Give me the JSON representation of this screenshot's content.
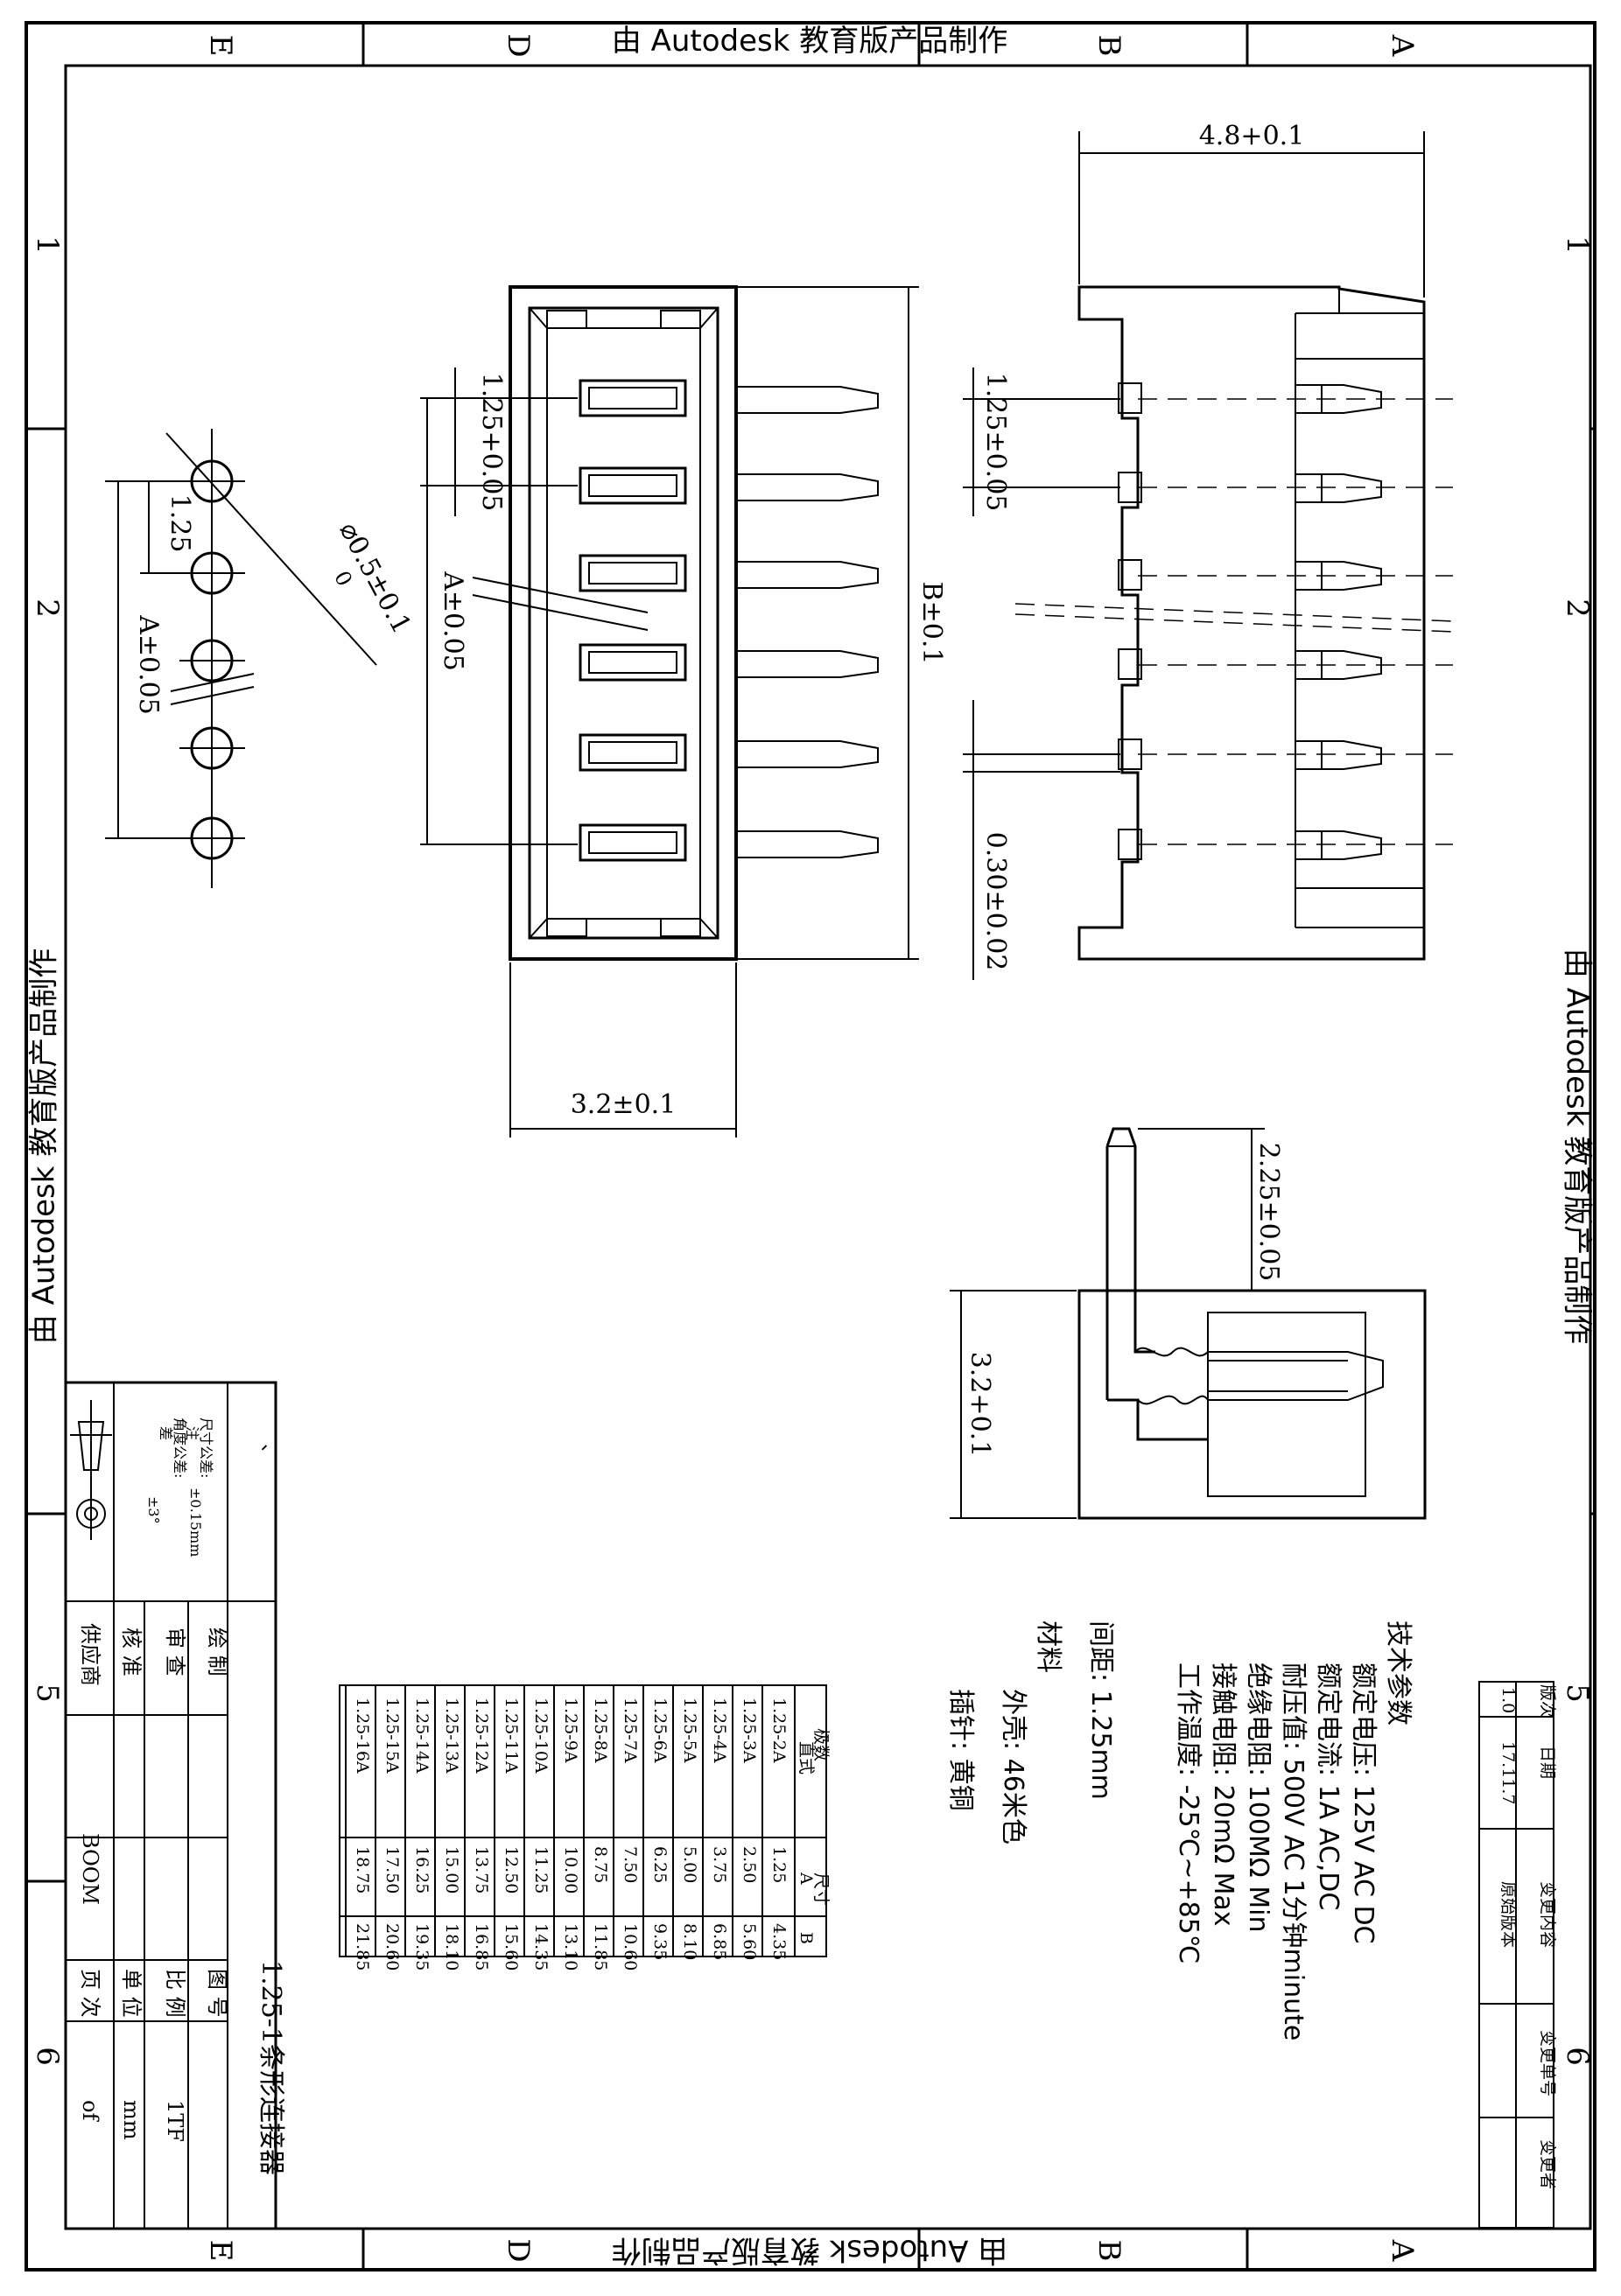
{
  "watermark": "由 Autodesk 教育版产品制作",
  "zones": {
    "columns": [
      "E",
      "D",
      "B",
      "A"
    ],
    "rows": [
      "1",
      "2",
      "5",
      "6"
    ]
  },
  "dimensions": {
    "width_top": "4.8+0.1",
    "pitch_front": "1.25+0.05",
    "pitch_side": "1.25±0.05",
    "a_front": "A±0.05",
    "b_front": "B±0.1",
    "depth_front": "3.2±0.1",
    "pin_gap": "0.30±0.02",
    "pin_height": "2.25±0.05",
    "body_height": "3.2+0.1",
    "hole_dia": "⌀0.5±0.1",
    "hole_dia_sub": "0",
    "pitch_hole": "1.25",
    "a_hole": "A±0.05"
  },
  "specs": {
    "heading": "技术参数",
    "lines": [
      "额定电压: 125V AC DC",
      "额定电流: 1A AC,DC",
      "耐压值: 500V AC 1分钟minute",
      "绝缘电阻: 100MΩ  Min",
      "接触电阻: 20mΩ   Max",
      "工作温度: -25℃~+85℃"
    ],
    "pitch": "间距: 1.25mm",
    "material_heading": "材料",
    "housing": "外壳: 46米色",
    "pin": "插针: 黄铜"
  },
  "size_table": {
    "header_model": "极数",
    "header_sub": "直式",
    "header_size": "尺寸",
    "col_a": "A",
    "col_b": "B",
    "rows": [
      [
        "1.25-2A",
        "1.25",
        "4.35"
      ],
      [
        "1.25-3A",
        "2.50",
        "5.60"
      ],
      [
        "1.25-4A",
        "3.75",
        "6.85"
      ],
      [
        "1.25-5A",
        "5.00",
        "8.10"
      ],
      [
        "1.25-6A",
        "6.25",
        "9.35"
      ],
      [
        "1.25-7A",
        "7.50",
        "10.60"
      ],
      [
        "1.25-8A",
        "8.75",
        "11.85"
      ],
      [
        "1.25-9A",
        "10.00",
        "13.10"
      ],
      [
        "1.25-10A",
        "11.25",
        "14.35"
      ],
      [
        "1.25-11A",
        "12.50",
        "15.60"
      ],
      [
        "1.25-12A",
        "13.75",
        "16.85"
      ],
      [
        "1.25-13A",
        "15.00",
        "18.10"
      ],
      [
        "1.25-14A",
        "16.25",
        "19.35"
      ],
      [
        "1.25-15A",
        "17.50",
        "20.60"
      ],
      [
        "1.25-16A",
        "18.75",
        "21.85"
      ]
    ]
  },
  "revision": {
    "headers": [
      "版次",
      "日期",
      "变更内容",
      "变更单号",
      "变更者"
    ],
    "row": [
      "1.0",
      "17.11.7",
      "原始版本",
      "",
      ""
    ]
  },
  "title_block": {
    "title": "1.25-1条形连接器",
    "labels": [
      "绘 制",
      "审 查",
      "核 准",
      "供应商"
    ],
    "supplier_value": "BOOM",
    "right_labels": [
      "图 号",
      "比 例",
      "单 位",
      "页 次"
    ],
    "right_values": [
      "",
      "1TF",
      "mm",
      "of"
    ],
    "tolerance_title": "尺寸公差:",
    "tolerance_note": "注",
    "angle_title": "角度公差:",
    "angle_note": "差",
    "tolerance_value": "±0.15mm",
    "angle_value": "±3°",
    "mark": "、"
  }
}
